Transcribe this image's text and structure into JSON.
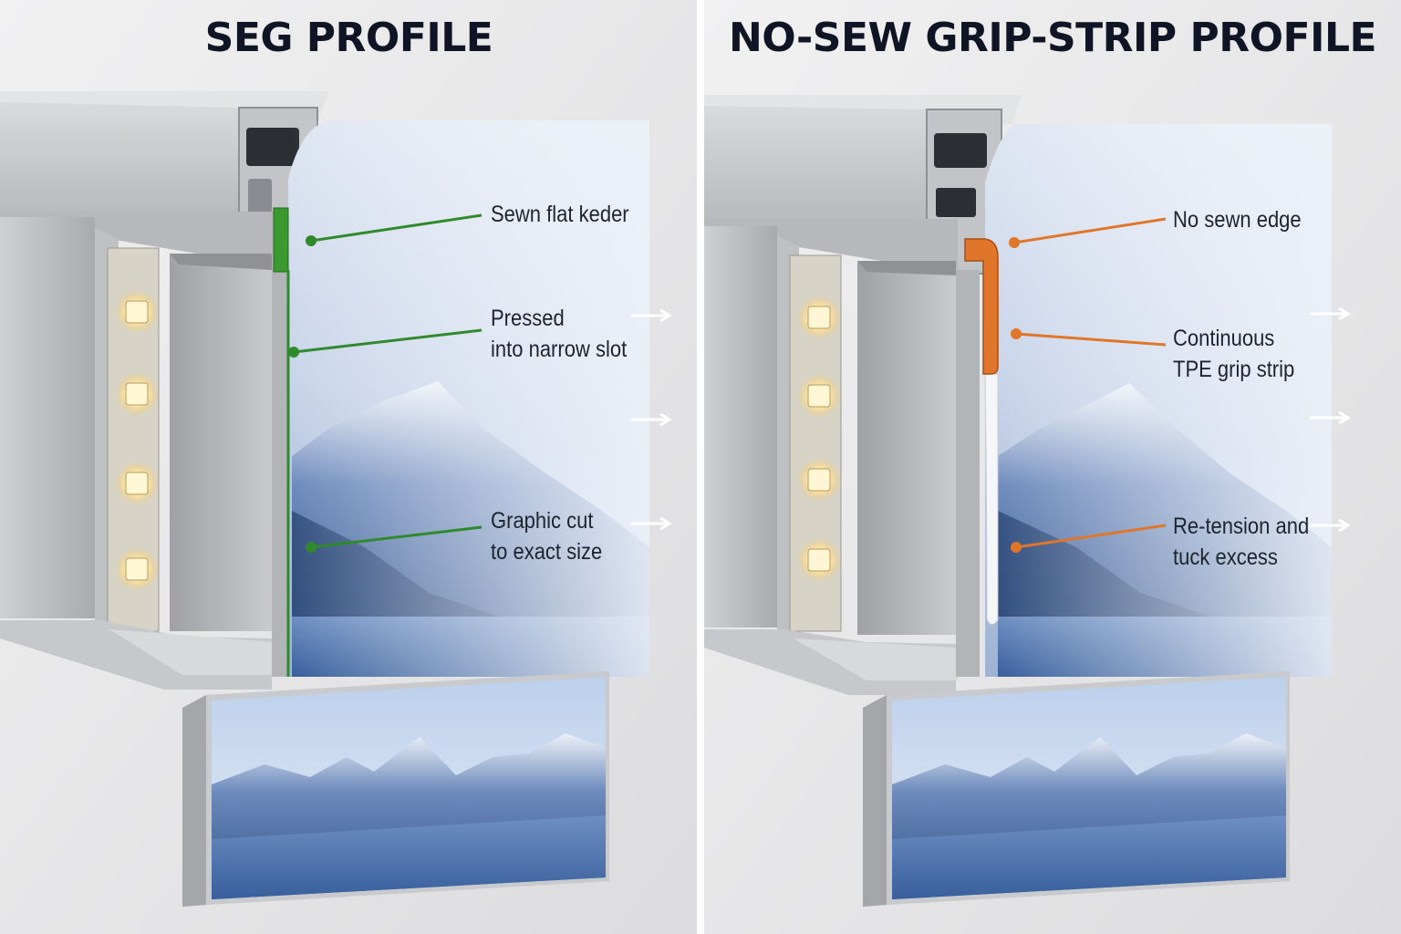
{
  "panels": [
    {
      "title": "SEG PROFILE",
      "accent": "#2f8a2b",
      "callouts": [
        {
          "line1": "Sewn flat keder",
          "line2": ""
        },
        {
          "line1": "Pressed",
          "line2": "into narrow slot"
        },
        {
          "line1": "Graphic cut",
          "line2": "to exact size"
        }
      ]
    },
    {
      "title": "NO-SEW GRIP-STRIP PROFILE",
      "accent": "#e0762a",
      "callouts": [
        {
          "line1": "No sewn edge",
          "line2": ""
        },
        {
          "line1": "Continuous",
          "line2": "TPE grip strip"
        },
        {
          "line1": "Re-tension and",
          "line2": "tuck excess"
        }
      ]
    }
  ],
  "icons": [
    "led-strip-icon",
    "tension-arrow-icon",
    "lightbox-icon",
    "mountain-graphic"
  ]
}
